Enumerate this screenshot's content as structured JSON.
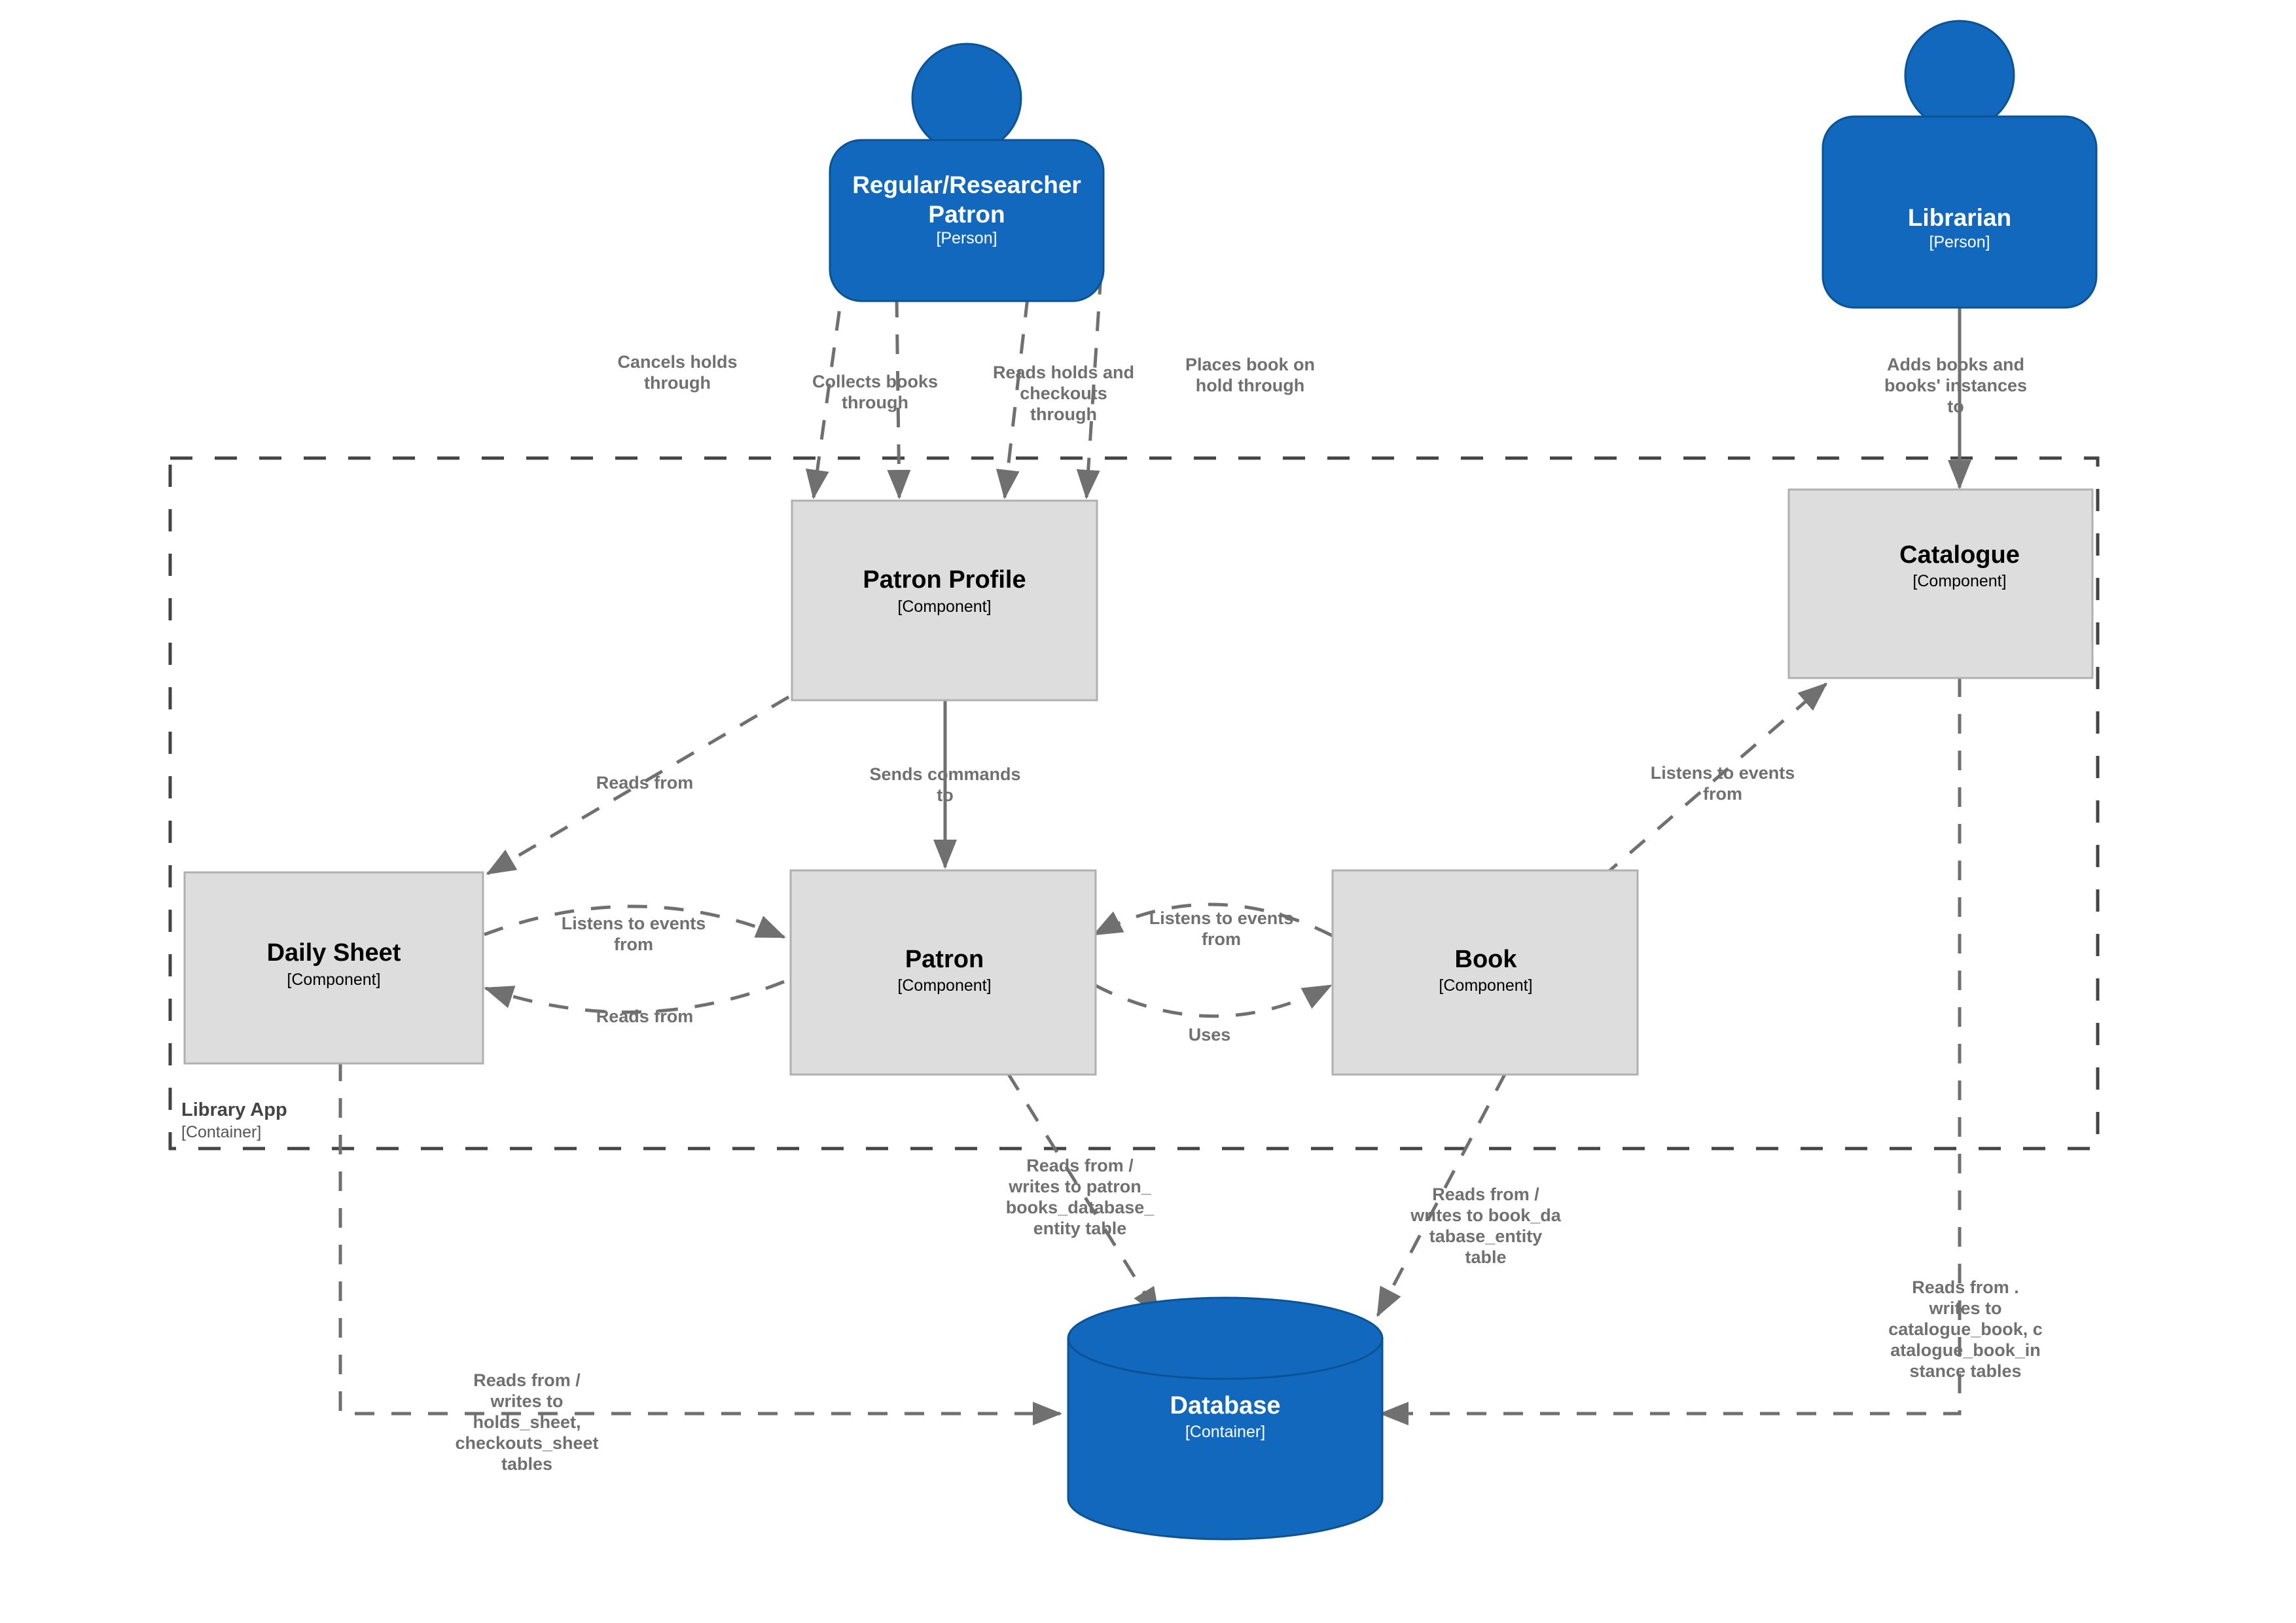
{
  "diagram": {
    "type": "c4-component-diagram",
    "colors": {
      "person_fill": "#1168BD",
      "person_stroke": "#0B5394",
      "component_fill": "#DDDDDD",
      "component_stroke": "#B0B0B0",
      "database_fill": "#1168BD",
      "database_stroke": "#0B5394",
      "edge": "#707070",
      "boundary": "#444444",
      "background": "#FFFFFF"
    },
    "boundary": {
      "name": "Library App",
      "type_label": "[Container]"
    },
    "persons": [
      {
        "id": "patron-person",
        "title": "Regular/Researcher Patron",
        "type_label": "[Person]"
      },
      {
        "id": "librarian-person",
        "title": "Librarian",
        "type_label": "[Person]"
      }
    ],
    "components": [
      {
        "id": "patron-profile",
        "title": "Patron Profile",
        "type_label": "[Component]"
      },
      {
        "id": "catalogue",
        "title": "Catalogue",
        "type_label": "[Component]"
      },
      {
        "id": "daily-sheet",
        "title": "Daily Sheet",
        "type_label": "[Component]"
      },
      {
        "id": "patron",
        "title": "Patron",
        "type_label": "[Component]"
      },
      {
        "id": "book",
        "title": "Book",
        "type_label": "[Component]"
      }
    ],
    "datastores": [
      {
        "id": "database",
        "title": "Database",
        "type_label": "[Container]"
      }
    ],
    "edges": [
      {
        "id": "e1",
        "from": "patron-person",
        "to": "patron-profile",
        "lines": [
          "Cancels holds",
          "through"
        ]
      },
      {
        "id": "e2",
        "from": "patron-person",
        "to": "patron-profile",
        "lines": [
          "Collects books",
          "through"
        ]
      },
      {
        "id": "e3",
        "from": "patron-person",
        "to": "patron-profile",
        "lines": [
          "Reads holds and",
          "checkouts",
          "through"
        ]
      },
      {
        "id": "e4",
        "from": "patron-person",
        "to": "patron-profile",
        "lines": [
          "Places book on",
          "hold through"
        ]
      },
      {
        "id": "e5",
        "from": "librarian-person",
        "to": "catalogue",
        "lines": [
          "Adds books and",
          "books' instances",
          "to"
        ]
      },
      {
        "id": "e6",
        "from": "patron-profile",
        "to": "daily-sheet",
        "lines": [
          "Reads from"
        ]
      },
      {
        "id": "e7",
        "from": "patron-profile",
        "to": "patron",
        "lines": [
          "Sends commands",
          "to"
        ]
      },
      {
        "id": "e8",
        "from": "daily-sheet",
        "to": "patron",
        "lines": [
          "Listens to events",
          "from"
        ]
      },
      {
        "id": "e9",
        "from": "patron",
        "to": "daily-sheet",
        "lines": [
          "Reads from"
        ]
      },
      {
        "id": "e10",
        "from": "book",
        "to": "patron",
        "lines": [
          "Listens to events",
          "from"
        ]
      },
      {
        "id": "e11",
        "from": "patron",
        "to": "book",
        "lines": [
          "Uses"
        ]
      },
      {
        "id": "e12",
        "from": "book",
        "to": "catalogue",
        "lines": [
          "Listens to events",
          "from"
        ]
      },
      {
        "id": "e13",
        "from": "patron",
        "to": "database",
        "lines": [
          "Reads from /",
          "writes to patron_",
          "books_database_",
          "entity table"
        ]
      },
      {
        "id": "e14",
        "from": "book",
        "to": "database",
        "lines": [
          "Reads from /",
          "writes to book_da",
          "tabase_entity",
          "table"
        ]
      },
      {
        "id": "e15",
        "from": "daily-sheet",
        "to": "database",
        "lines": [
          "Reads from /",
          "writes to",
          "holds_sheet,",
          "checkouts_sheet",
          "tables"
        ]
      },
      {
        "id": "e16",
        "from": "catalogue",
        "to": "database",
        "lines": [
          "Reads from .",
          "writes to",
          "catalogue_book, c",
          "atalogue_book_in",
          "stance tables"
        ]
      }
    ]
  }
}
